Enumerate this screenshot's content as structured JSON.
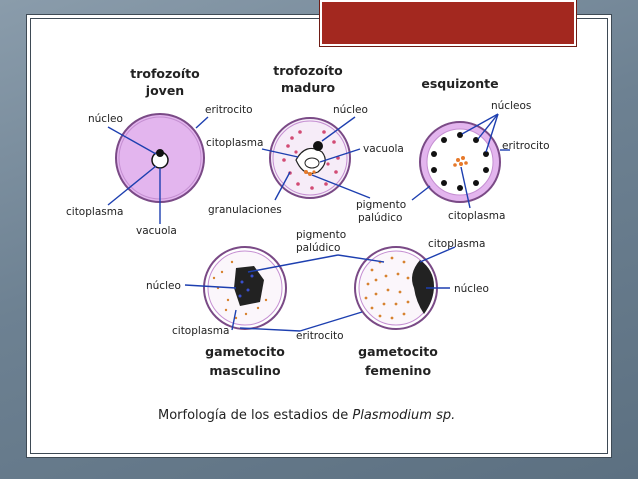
{
  "titles": {
    "trofozoito_joven_1": "trofozoíto",
    "trofozoito_joven_2": "joven",
    "trofozoito_maduro_1": "trofozoíto",
    "trofozoito_maduro_2": "maduro",
    "esquizonte": "esquizonte",
    "gametocito_masculino_1": "gametocito",
    "gametocito_masculino_2": "masculino",
    "gametocito_femenino_1": "gametocito",
    "gametocito_femenino_2": "femenino"
  },
  "labels": {
    "joven_nucleo": "núcleo",
    "joven_eritrocito": "eritrocito",
    "joven_citoplasma": "citoplasma",
    "joven_vacuola": "vacuola",
    "maduro_nucleo": "núcleo",
    "maduro_citoplasma": "citoplasma",
    "maduro_vacuola": "vacuola",
    "maduro_granulaciones": "granulaciones",
    "maduro_pigmento_1": "pigmento",
    "maduro_pigmento_2": "palúdico",
    "esq_nucleos": "núcleos",
    "esq_eritrocito": "eritrocito",
    "esq_citoplasma": "citoplasma",
    "gam_pigmento_1": "pigmento",
    "gam_pigmento_2": "palúdico",
    "gam_citoplasma_top": "citoplasma",
    "gam_masc_nucleo": "núcleo",
    "gam_fem_nucleo": "núcleo",
    "gam_citoplasma_bottom": "citoplasma",
    "gam_eritrocito": "eritrocito"
  },
  "caption": {
    "text": "Morfología de los estadios de ",
    "italic": "Plasmodium sp."
  },
  "colors": {
    "accent_red": "#a3281f",
    "cell_fill": "#e3b5ee",
    "cell_ring": "#7a4a86",
    "line": "#1d3fb0"
  }
}
